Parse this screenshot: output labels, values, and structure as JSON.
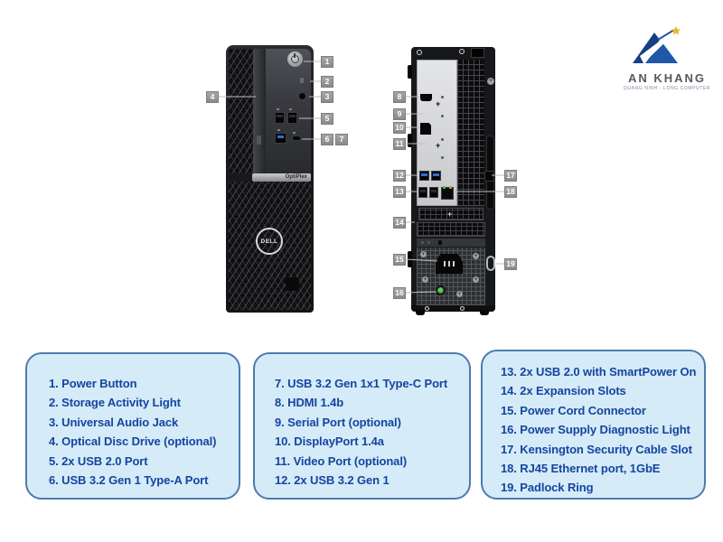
{
  "brand": {
    "name": "AN KHANG",
    "tagline": "QUANG NINH - LONG COMPUTER",
    "logo_blue": "#1f4e9c",
    "logo_navy": "#173f86",
    "star_gold": "#e9b92a",
    "text_color": "#58595b"
  },
  "device": {
    "front_badge": "OptiPlex",
    "dell_logo": "DELL"
  },
  "callouts": [
    "1",
    "2",
    "3",
    "4",
    "5",
    "6",
    "7",
    "8",
    "9",
    "10",
    "11",
    "12",
    "13",
    "14",
    "15",
    "16",
    "17",
    "18",
    "19"
  ],
  "legend": {
    "text_color": "#1545a0",
    "box_fill": "#d5ebf8",
    "box_border": "#4d7bac",
    "boxes": [
      {
        "items": [
          "1. Power Button",
          "2. Storage Activity Light",
          "3. Universal Audio Jack",
          "4. Optical Disc Drive (optional)",
          "5. 2x USB 2.0 Port",
          "6. USB 3.2 Gen 1 Type-A Port"
        ]
      },
      {
        "items": [
          "7. USB 3.2 Gen 1x1 Type-C Port",
          "8. HDMI 1.4b",
          "9. Serial Port (optional)",
          "10. DisplayPort 1.4a",
          "11. Video Port (optional)",
          "12. 2x USB 3.2 Gen 1"
        ]
      },
      {
        "items": [
          "13. 2x USB 2.0 with SmartPower On",
          "14. 2x Expansion Slots",
          "15. Power Cord Connector",
          "16. Power Supply Diagnostic Light",
          "17. Kensington Security Cable Slot",
          "18. RJ45 Ethernet port, 1GbE",
          "19. Padlock Ring"
        ]
      }
    ]
  }
}
